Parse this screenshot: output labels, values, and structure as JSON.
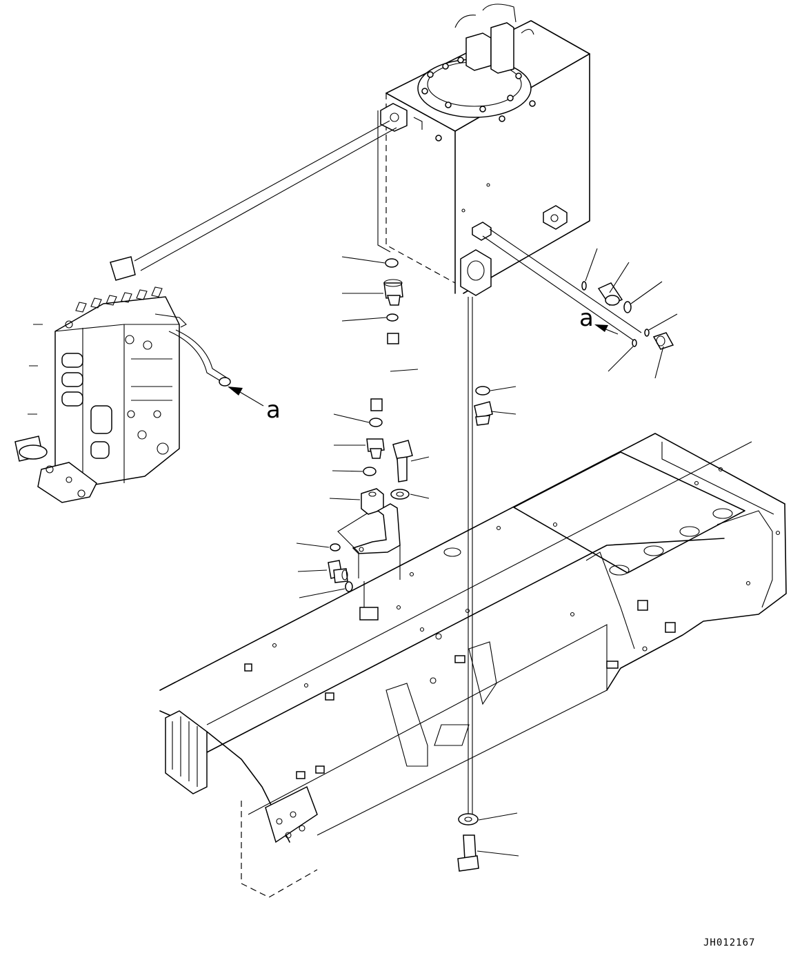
{
  "callout_letter": "a",
  "drawing_number": "JH012167",
  "icons": [
    "hydraulic-tank",
    "control-valve",
    "frame",
    "pipe",
    "hose",
    "o-ring",
    "elbow-fitting",
    "bolt",
    "washer",
    "bracket",
    "block"
  ]
}
